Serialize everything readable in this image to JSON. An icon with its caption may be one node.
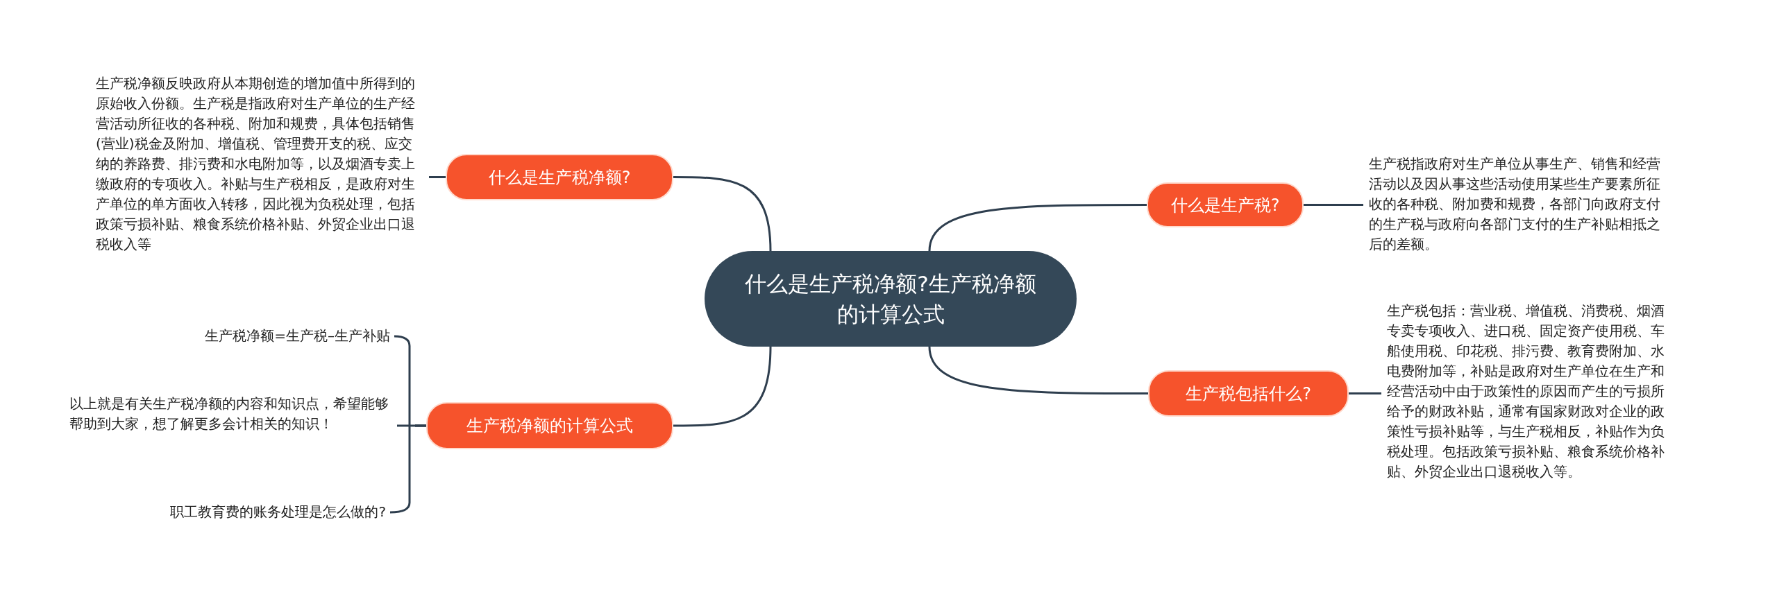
{
  "diagram": {
    "nodes": [
      {
        "text": [
          "什么是生产税净额?生产税净额的计算公式"
        ]
      },
      {
        "text": [
          "什么是生产税净额?"
        ]
      },
      {
        "text": [
          "生产税净额反映政府从本期创造的增加值中所得到的原始收入份额。生产税是指政府对生产单位的生产经营活动所征收的各种税、附加和规费，具体包括销售(营业)税金及附加、增值税、管理费开支的税、应交纳的养路费、排污费和水电附加等，以及烟酒专卖上缴政府的专项收入。补贴与生产税相反，是政府对生产单位的单方面收入转移，因此视为负税处理，包括政策亏损补贴、粮食系统价格补贴、外贸企业出口退税收入等"
        ]
      },
      {
        "text": [
          "生产税净额的计算公式"
        ]
      },
      {
        "text": [
          "生产税净额=生产税–生产补贴"
        ]
      },
      {
        "text": [
          "以上就是有关生产税净额的内容和知识点，希望能够帮助到大家，想了解更多会计相关的知识！"
        ]
      },
      {
        "text": [
          "职工教育费的账务处理是怎么做的?"
        ]
      },
      {
        "text": [
          "什么是生产税?"
        ]
      },
      {
        "text": [
          "生产税指政府对生产单位从事生产、销售和经营活动以及因从事这些活动使用某些生产要素所征收的各种税、附加费和规费，各部门向政府支付的生产税与政府向各部门支付的生产补贴相抵之后的差额。"
        ]
      },
      {
        "text": [
          "生产税包括什么?"
        ]
      },
      {
        "text": [
          "生产税包括：营业税、增值税、消费税、烟酒专卖专项收入、进口税、固定资产使用税、车船使用税、印花税、排污费、教育费附加、水电费附加等，补贴是政府对生产单位在生产和经营活动中由于政策性的原因而产生的亏损所给予的财政补贴，通常有国家财政对企业的政策性亏损补贴等，与生产税相反，补贴作为负税处理。包括政策亏损补贴、粮食系统价格补贴、外贸企业出口退税收入等。"
        ]
      }
    ],
    "edges": [
      {
        "from": 0,
        "to": 1,
        "arrow": "none"
      },
      {
        "from": 1,
        "to": 2,
        "arrow": "none"
      },
      {
        "from": 0,
        "to": 3,
        "arrow": "none"
      },
      {
        "from": 3,
        "to": 4,
        "arrow": "none"
      },
      {
        "from": 3,
        "to": 5,
        "arrow": "none"
      },
      {
        "from": 3,
        "to": 6,
        "arrow": "none"
      },
      {
        "from": 0,
        "to": 7,
        "arrow": "none"
      },
      {
        "from": 7,
        "to": 8,
        "arrow": "none"
      },
      {
        "from": 0,
        "to": 9,
        "arrow": "none"
      },
      {
        "from": 9,
        "to": 10,
        "arrow": "none"
      }
    ]
  }
}
